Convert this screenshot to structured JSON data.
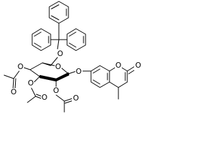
{
  "molecule": {
    "atom_labels": {
      "trityl_oxygen": "O",
      "acetyl_1_oxygen": "O",
      "acetyl_1_carbonyl_oxygen": "O",
      "acetyl_2_oxygen": "O",
      "acetyl_2_carbonyl_oxygen": "O",
      "acetyl_3_oxygen": "O",
      "acetyl_3_carbonyl_oxygen": "O",
      "ring_oxygen": "O",
      "glycosidic_oxygen": "O",
      "coumarin_ring_oxygen": "O",
      "coumarin_carbonyl_oxygen": "O"
    }
  }
}
